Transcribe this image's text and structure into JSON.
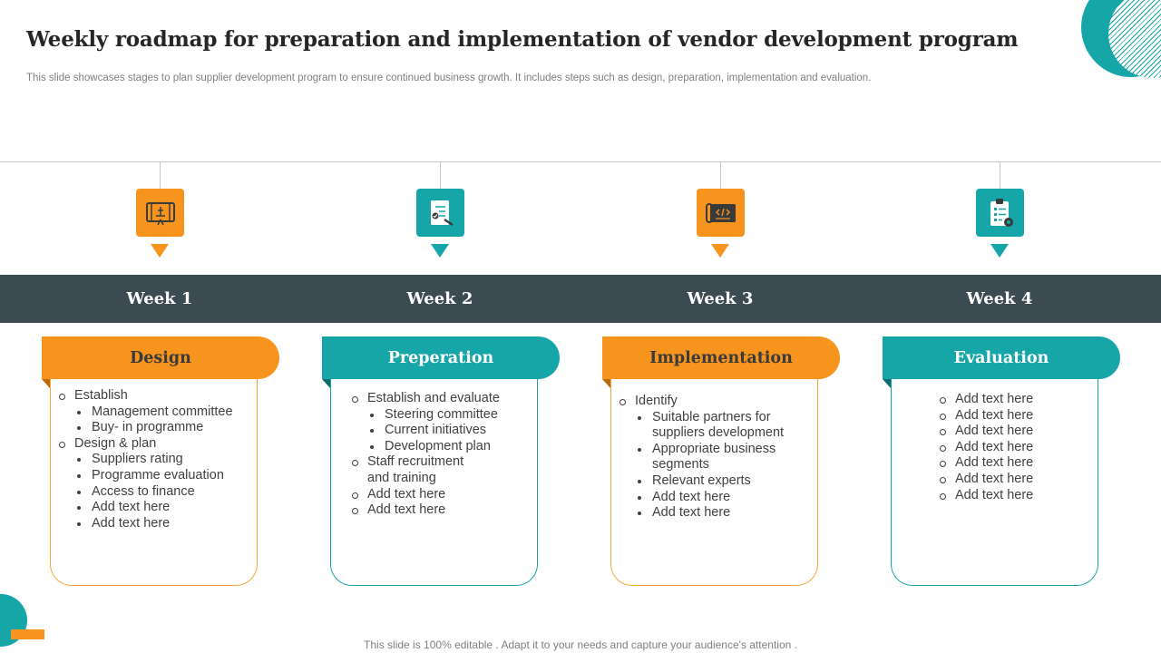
{
  "slide": {
    "title": "Weekly roadmap for preparation and implementation of vendor development program",
    "subtitle": "This slide showcases stages to plan supplier development program to ensure continued business growth. It includes steps such as design, preparation, implementation and evaluation.",
    "footer": "This slide is 100% editable . Adapt it to your needs and capture your audience's attention ."
  },
  "colors": {
    "orange": "#f7941d",
    "teal": "#17a6a8",
    "band": "#3c4a51",
    "text": "#404040"
  },
  "weeks": [
    {
      "label": "Week 1",
      "icon": "blueprint-icon",
      "title": "Design",
      "items": [
        {
          "text": "Establish",
          "children": [
            "Management committee",
            "Buy- in programme"
          ]
        },
        {
          "text": "Design & plan",
          "children": [
            "Suppliers rating",
            "Programme evaluation",
            "Access to finance",
            "Add text here",
            "Add text here"
          ]
        }
      ]
    },
    {
      "label": "Week 2",
      "icon": "checklist-document-icon",
      "title": "Preperation",
      "items": [
        {
          "text": "Establish and evaluate",
          "children": [
            "Steering committee",
            "Current initiatives",
            "Development plan"
          ]
        },
        {
          "text": "Staff recruitment and training",
          "children": []
        },
        {
          "text": "Add text here",
          "children": []
        },
        {
          "text": "Add text here",
          "children": []
        }
      ]
    },
    {
      "label": "Week 3",
      "icon": "code-scroll-icon",
      "title": "Implementation",
      "items": [
        {
          "text": "Identify",
          "children": [
            "Suitable partners for suppliers development",
            "Appropriate business segments",
            "Relevant experts",
            "Add text here",
            "Add text here"
          ]
        }
      ]
    },
    {
      "label": "Week 4",
      "icon": "clipboard-settings-icon",
      "title": "Evaluation",
      "items": [
        {
          "text": "Add text here",
          "children": []
        },
        {
          "text": "Add text here",
          "children": []
        },
        {
          "text": "Add text here",
          "children": []
        },
        {
          "text": "Add text here",
          "children": []
        },
        {
          "text": "Add text here",
          "children": []
        },
        {
          "text": "Add text here",
          "children": []
        },
        {
          "text": "Add text here",
          "children": []
        }
      ]
    }
  ]
}
